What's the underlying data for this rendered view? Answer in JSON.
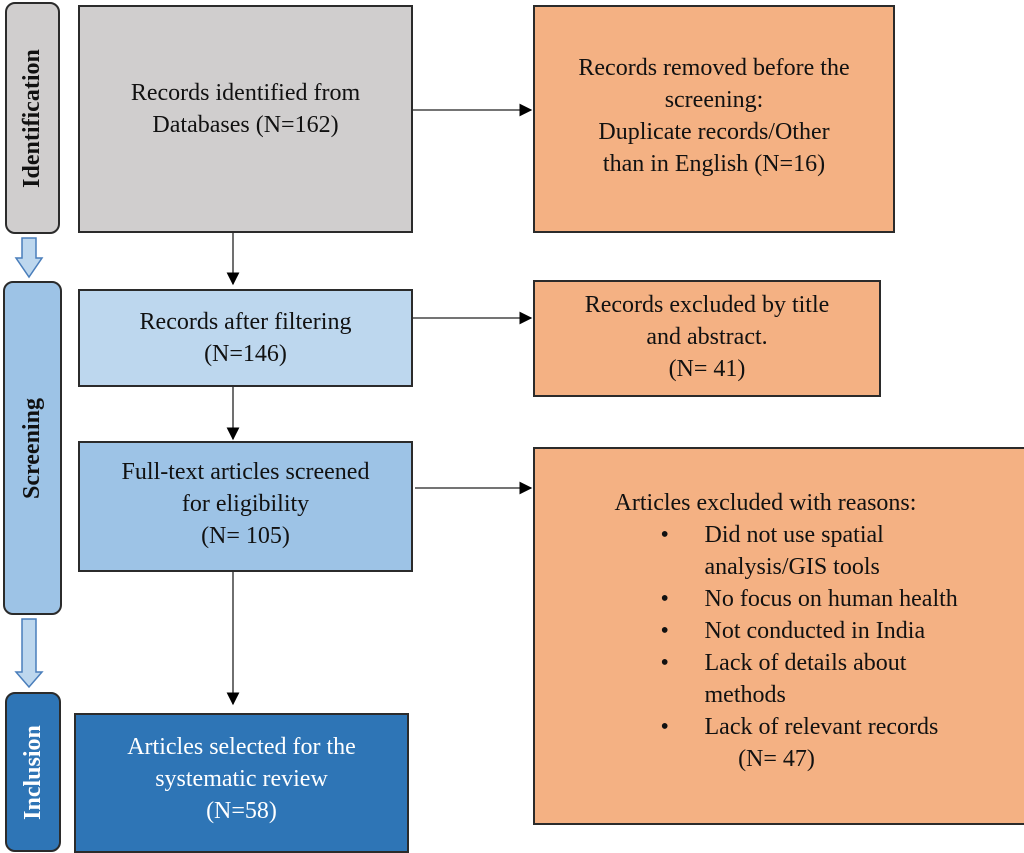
{
  "stages": {
    "identification": "Identification",
    "screening": "Screening",
    "inclusion": "Inclusion"
  },
  "boxes": {
    "identified": "Records identified from\n  Databases (N=162)",
    "filtered": "Records after filtering\n(N=146)",
    "fulltext": "Full-text articles screened\nfor eligibility\n(N= 105)",
    "selected": "Articles selected for the\nsystematic review\n(N=58)",
    "removed": "Records removed before the\nscreening:\n  Duplicate records/Other\nthan in English (N=16)",
    "excluded_title": "Records excluded by title\nand abstract.\n(N= 41)",
    "excluded_reasons": {
      "heading": "Articles excluded with reasons:",
      "reasons": [
        "Did not use spatial analysis/GIS tools",
        "No focus on human health",
        "Not conducted in India",
        "Lack of details about methods",
        "Lack of relevant records"
      ],
      "count": "(N= 47)"
    }
  },
  "colors": {
    "identification": "#d0cece",
    "screening_light": "#bdd7ee",
    "screening_mid": "#9dc3e6",
    "inclusion": "#2e75b6",
    "excluded": "#f4b183"
  }
}
